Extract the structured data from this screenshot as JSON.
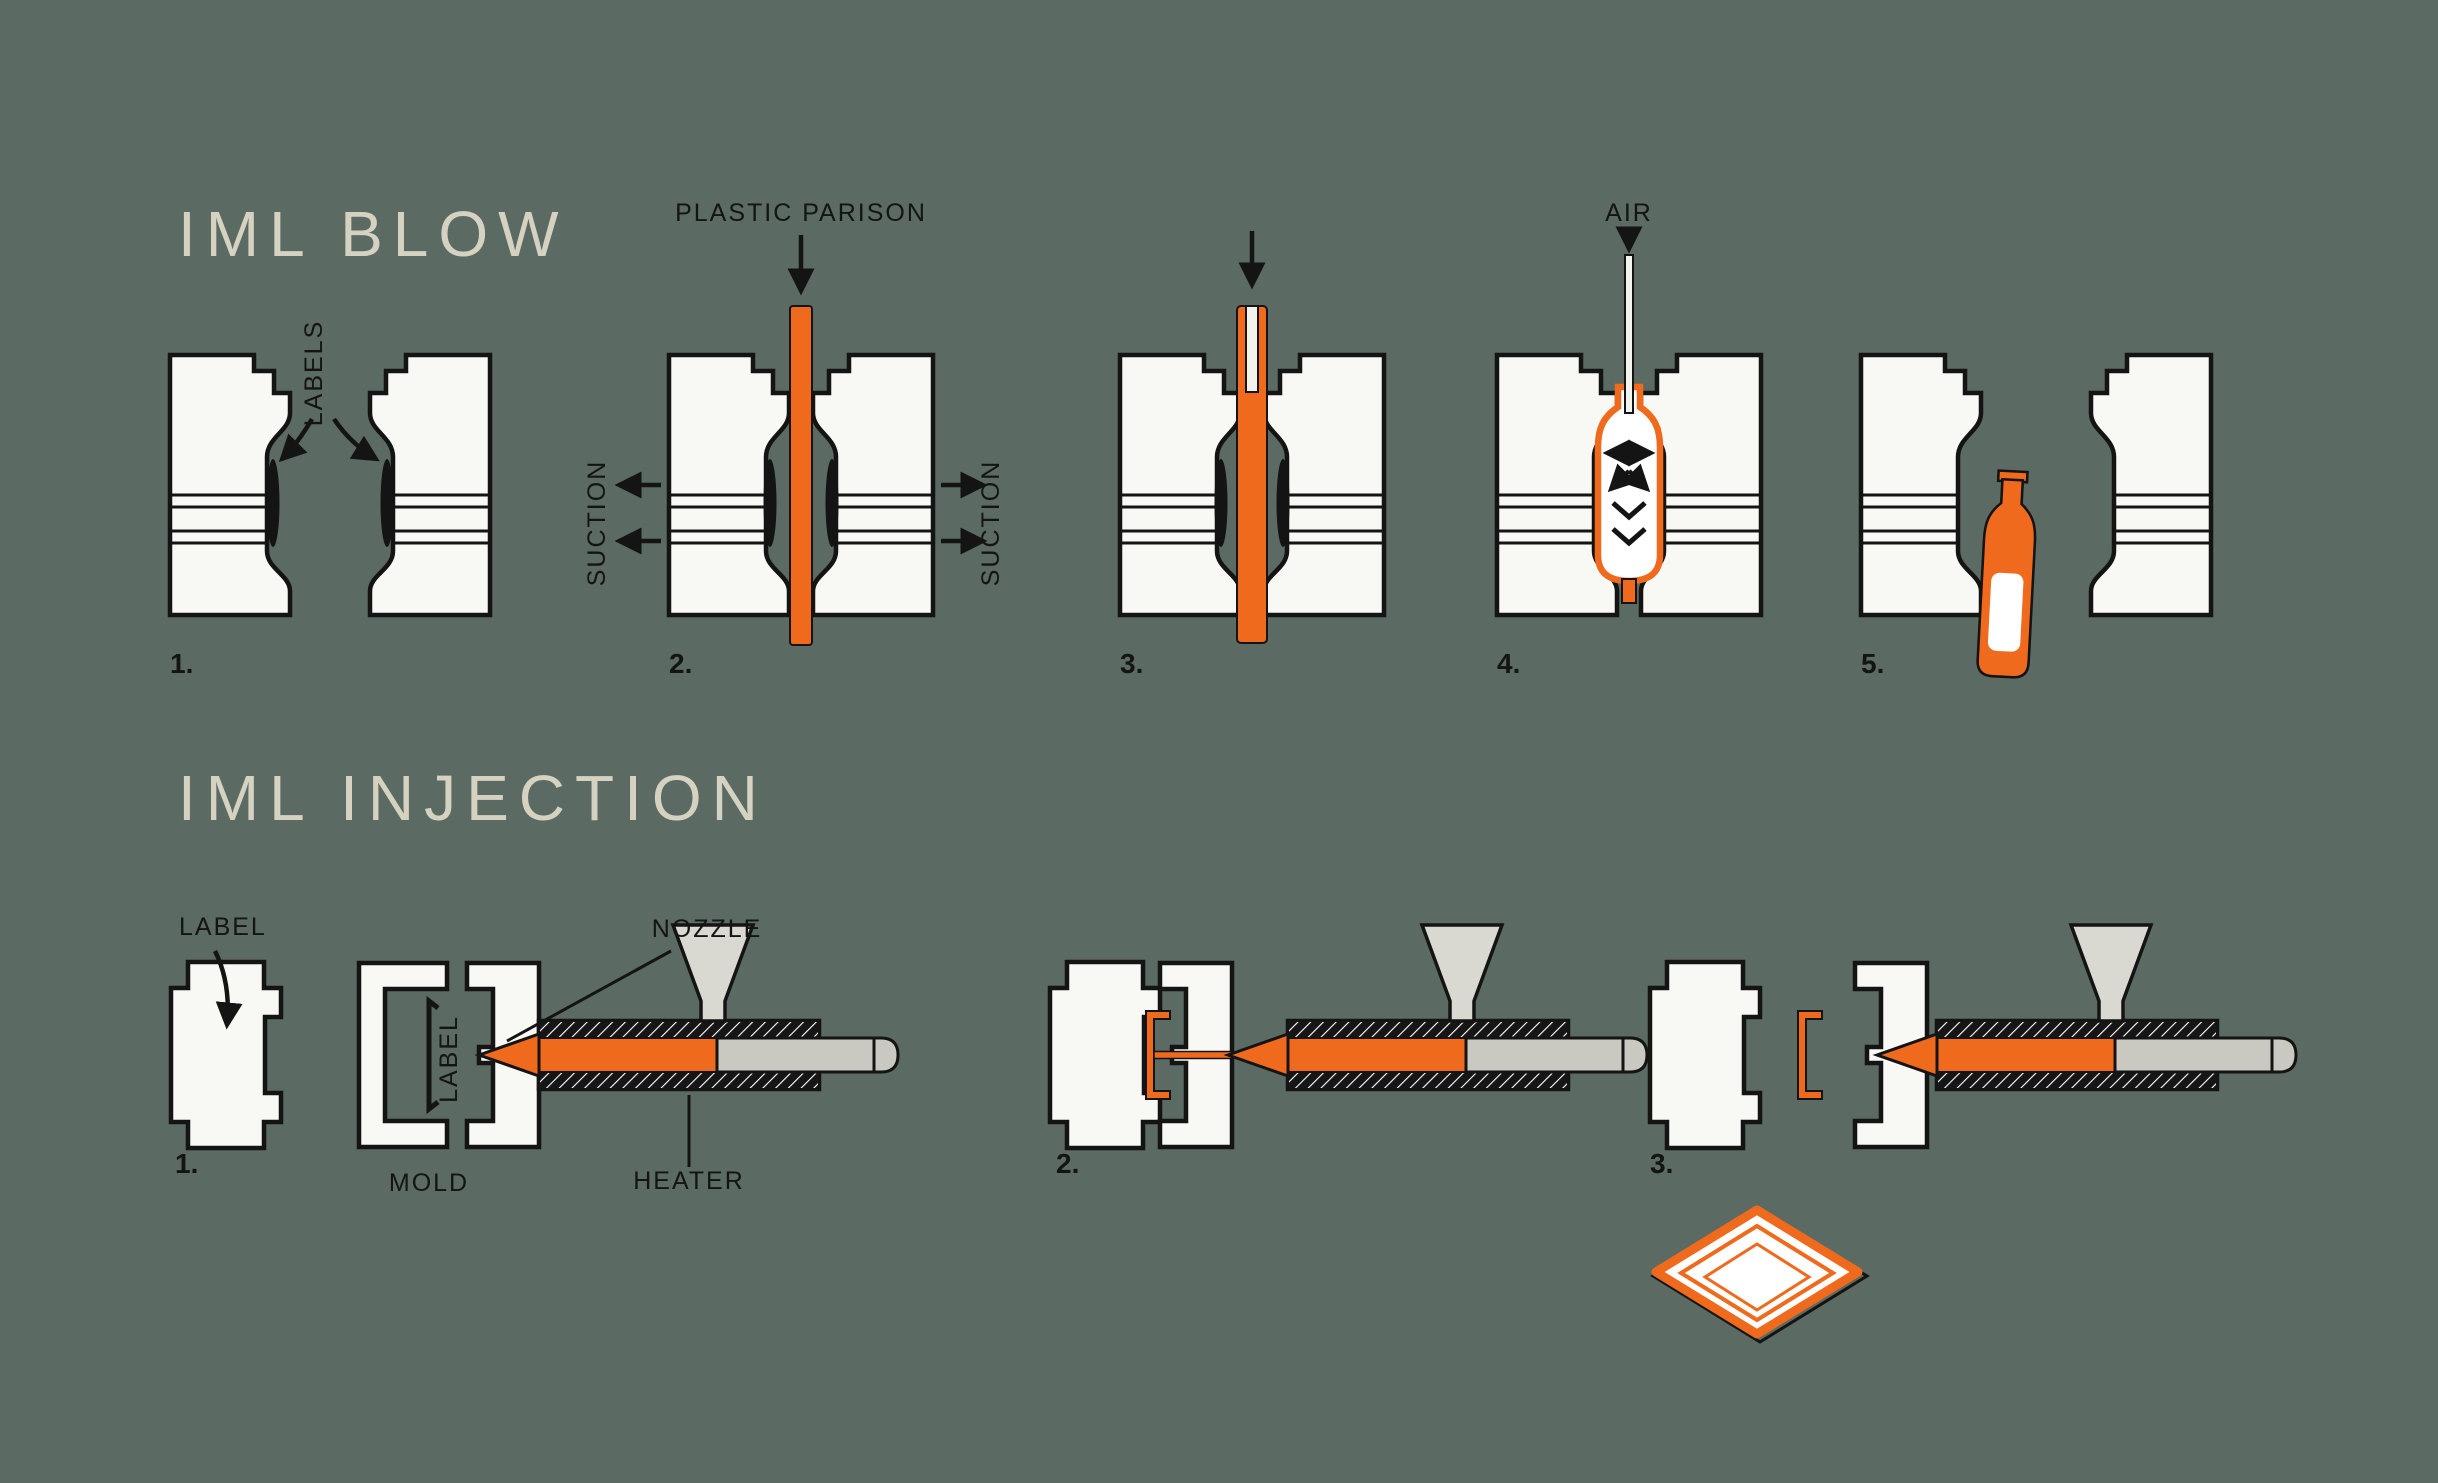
{
  "colors": {
    "background": "#5b6a62",
    "accent_orange": "#ef6a1d",
    "ink": "#141414",
    "mold_white": "#f8f8f4",
    "title_text": "#d6d2c2"
  },
  "blow": {
    "title": "IML BLOW",
    "labels": {
      "labels": "LABELS",
      "plastic_parison": "PLASTIC PARISON",
      "suction_left": "SUCTION",
      "suction_right": "SUCTION",
      "air": "AIR"
    },
    "steps": [
      "1.",
      "2.",
      "3.",
      "4.",
      "5."
    ]
  },
  "injection": {
    "title": "IML INJECTION",
    "labels": {
      "label_top": "LABEL",
      "label_side": "LABEL",
      "mold": "MOLD",
      "nozzle": "NOZZLE",
      "heater": "HEATER"
    },
    "steps": [
      "1.",
      "2.",
      "3."
    ]
  }
}
